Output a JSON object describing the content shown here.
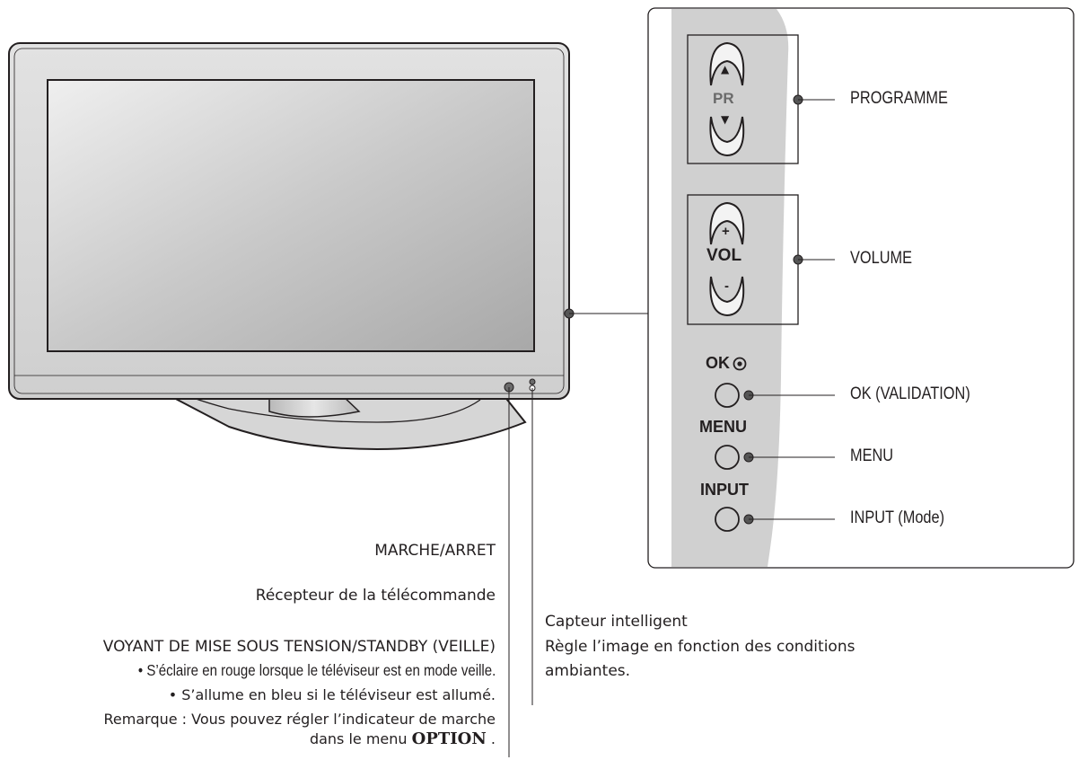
{
  "panel": {
    "pr_label": "PR",
    "vol_label": "VOL",
    "up_symbol": "▲",
    "down_symbol": "▼",
    "plus_symbol": "+",
    "minus_symbol": "-",
    "ok_label": "OK",
    "menu_label": "MENU",
    "input_label": "INPUT"
  },
  "callouts": {
    "programme": "PROGRAMME",
    "volume": "VOLUME",
    "ok": "OK (VALIDATION)",
    "menu": "MENU",
    "input": "INPUT (Mode)"
  },
  "left_notes": {
    "power": "MARCHE/ARRET",
    "receiver": "Récepteur de la télécommande",
    "indicator_title": "VOYANT DE MISE SOUS TENSION/STANDBY (VEILLE)",
    "indicator_bullet1": "• S’éclaire en rouge lorsque le téléviseur est en mode veille.",
    "indicator_bullet2": "• S’allume en bleu si le téléviseur est allumé.",
    "remark_line1": "Remarque : Vous pouvez régler l’indicateur de marche",
    "remark_line2_prefix": "dans le menu",
    "remark_line2_bold": "OPTION",
    "remark_line2_suffix": "."
  },
  "sensor": {
    "title": "Capteur intelligent",
    "line1": "Règle l’image en fonction des conditions",
    "line2": "ambiantes."
  },
  "colors": {
    "line": "#231f20",
    "bezel": "#d4d4d4",
    "panel_bg": "#d0d0d0"
  },
  "icons": {
    "ok_symbol": "target-icon"
  }
}
